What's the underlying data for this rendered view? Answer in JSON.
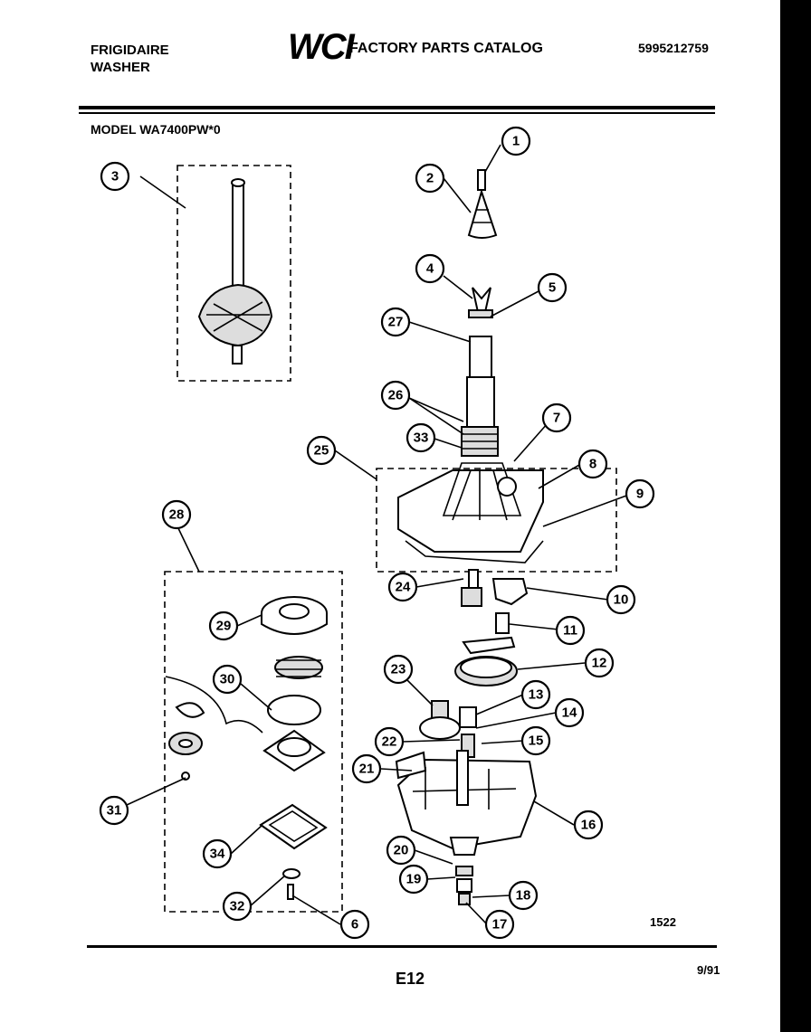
{
  "header": {
    "brand_line1": "FRIGIDAIRE",
    "brand_line2": "WASHER",
    "logo": "WCI",
    "catalog_title": "FACTORY PARTS CATALOG",
    "part_number": "5995212759",
    "model": "MODEL WA7400PW*0"
  },
  "footer": {
    "figure_number": "1522",
    "page_code": "E12",
    "date": "9/91"
  },
  "callouts": [
    "1",
    "2",
    "3",
    "4",
    "5",
    "6",
    "7",
    "8",
    "9",
    "10",
    "11",
    "12",
    "13",
    "14",
    "15",
    "16",
    "17",
    "18",
    "19",
    "20",
    "21",
    "22",
    "23",
    "24",
    "25",
    "26",
    "27",
    "28",
    "29",
    "30",
    "31",
    "32",
    "33",
    "34"
  ]
}
